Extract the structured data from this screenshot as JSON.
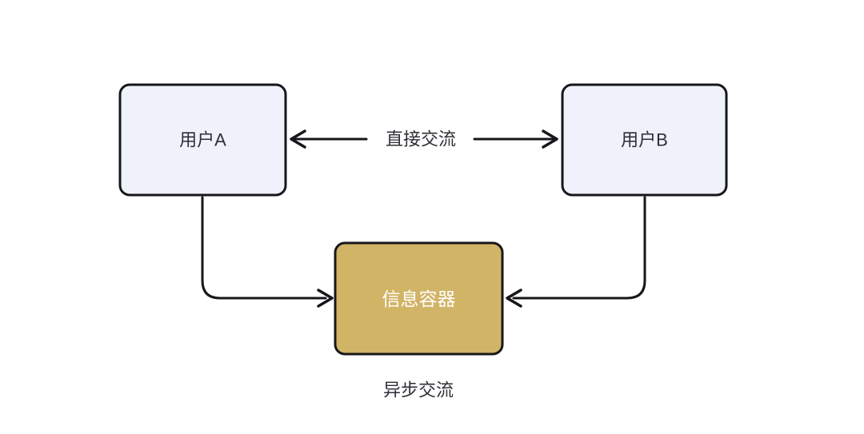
{
  "diagram": {
    "title": "communication-flow-diagram",
    "nodes": {
      "user_a": {
        "label": "用户A",
        "fill": "#eff2fa"
      },
      "user_b": {
        "label": "用户B",
        "fill": "#eff2fa"
      },
      "message_container": {
        "label": "信息容器",
        "fill": "#d1b466",
        "text_color": "#ffffff"
      }
    },
    "edges": {
      "direct": {
        "label": "直接交流",
        "type": "double-arrow"
      },
      "async_left": {
        "type": "elbow-arrow",
        "from": "user_a",
        "to": "message_container"
      },
      "async_right": {
        "type": "elbow-arrow",
        "from": "user_b",
        "to": "message_container"
      }
    },
    "caption": {
      "label": "异步交流"
    },
    "colors": {
      "stroke": "#17171b",
      "text": "#2e2f36",
      "background": "#ffffff"
    }
  }
}
